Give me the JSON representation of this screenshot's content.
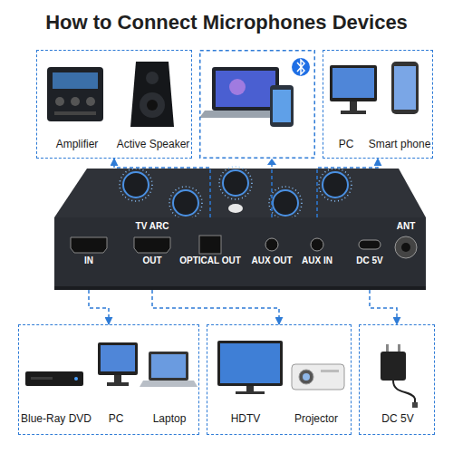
{
  "diagram": {
    "title": "How to Connect Microphones Devices",
    "nodes": [
      {
        "text": [
          "Amplifier",
          "Active Speaker"
        ]
      },
      {
        "text": [
          "PC",
          "Smart phone"
        ]
      },
      {
        "text": [
          "IN",
          "TV ARC",
          "OUT",
          "OPTICAL OUT",
          "AUX OUT",
          "AUX IN",
          "DC 5V",
          "ANT"
        ]
      },
      {
        "text": [
          "Blue-Ray DVD",
          "PC",
          "Laptop"
        ]
      },
      {
        "text": [
          "HDTV",
          "Projector"
        ]
      },
      {
        "text": [
          "DC 5V"
        ]
      }
    ],
    "edges": [
      {
        "from": 2,
        "to": 0,
        "arrow": "to"
      },
      {
        "from": 2,
        "to": 1,
        "arrow": "to"
      },
      {
        "from": 2,
        "to": 3,
        "arrow": "to"
      },
      {
        "from": 2,
        "to": 4,
        "arrow": "to"
      },
      {
        "from": 2,
        "to": 5,
        "arrow": "to"
      }
    ]
  }
}
